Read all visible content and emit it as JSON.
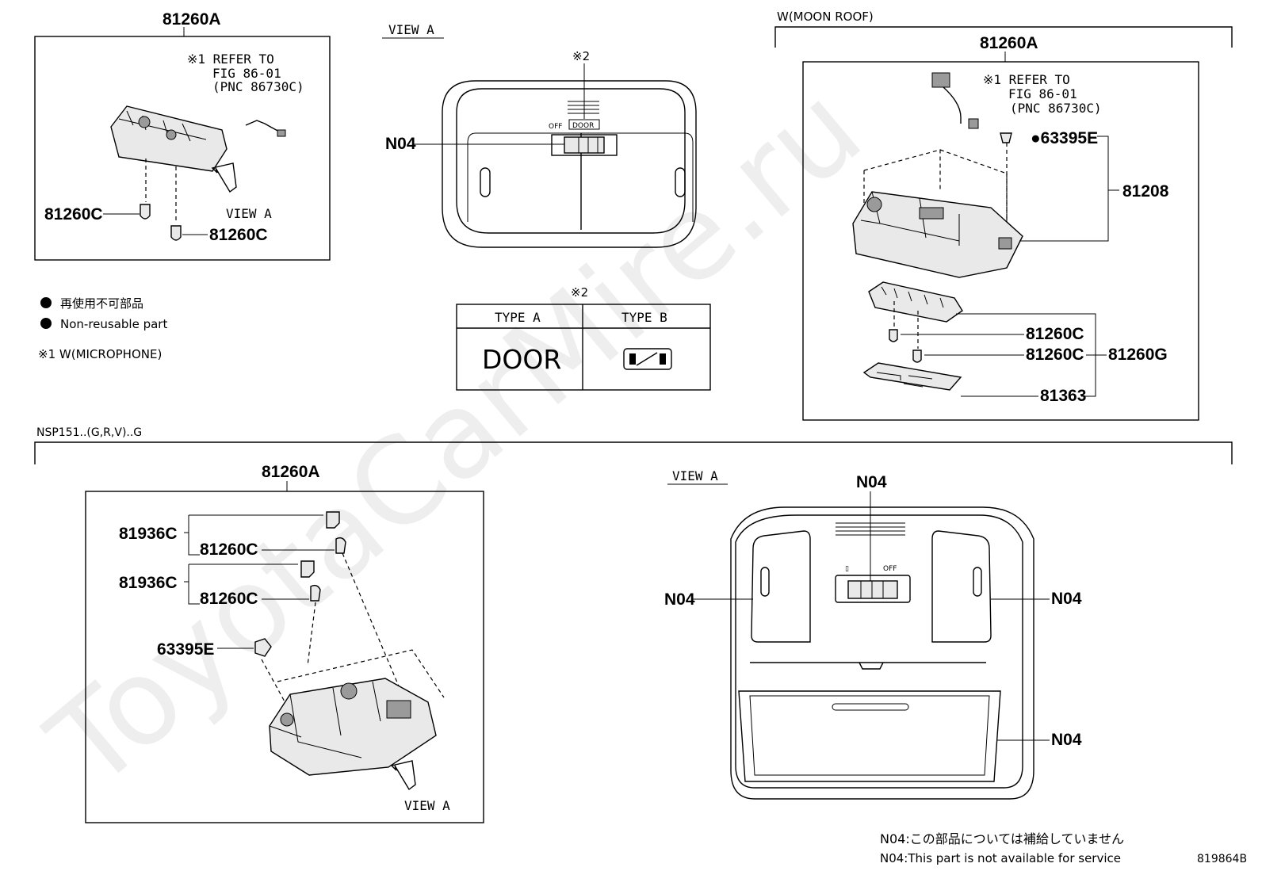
{
  "watermark": "ToyotaCarMire.ru",
  "top_left": {
    "title": "81260A",
    "refer_line1": "※1 REFER TO",
    "refer_line2": "FIG 86-01",
    "refer_line3": "(PNC 86730C)",
    "view_a": "VIEW A",
    "part_left": "81260C",
    "part_right": "81260C"
  },
  "legend": {
    "jp": "再使用不可部品",
    "en": "Non-reusable part",
    "note1": "※1 W(MICROPHONE)"
  },
  "view_a_top": {
    "title": "VIEW A",
    "mark": "※2",
    "n04": "N04",
    "off": "OFF",
    "door": "DOOR"
  },
  "type_table": {
    "mark": "※2",
    "type_a": "TYPE A",
    "type_b": "TYPE B",
    "cell_a": "DOOR"
  },
  "moon_roof": {
    "header": "W(MOON ROOF)",
    "title": "81260A",
    "refer_line1": "※1 REFER TO",
    "refer_line2": "FIG 86-01",
    "refer_line3": "(PNC 86730C)",
    "p63395e": "●63395E",
    "p81208": "81208",
    "p81260c_1": "81260C",
    "p81260c_2": "81260C",
    "p81260g": "81260G",
    "p81363": "81363"
  },
  "bottom": {
    "header": "NSP151..(G,R,V)..G",
    "title": "81260A",
    "p81936c_1": "81936C",
    "p81260c_1": "81260C",
    "p81936c_2": "81936C",
    "p81260c_2": "81260C",
    "p63395e": "63395E",
    "view_a": "VIEW A"
  },
  "view_a_bottom": {
    "title": "VIEW A",
    "n04_top": "N04",
    "n04_left": "N04",
    "n04_right": "N04",
    "n04_lower": "N04",
    "off": "OFF"
  },
  "footer": {
    "note_jp": "N04:この部品については補給していません",
    "note_en": "N04:This part is not available for service",
    "code": "819864B"
  }
}
